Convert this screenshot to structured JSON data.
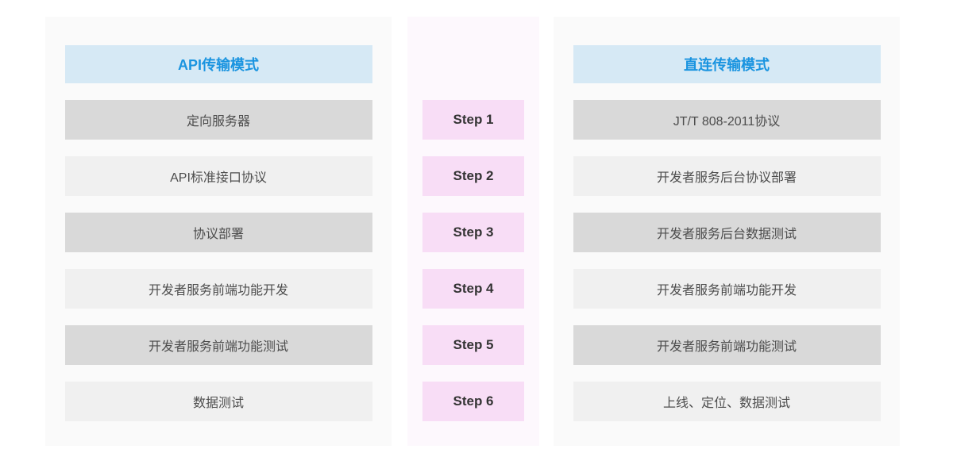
{
  "colors": {
    "page_bg": "#ffffff",
    "side_panel_bg": "#fafafa",
    "steps_panel_bg": "#fdf8fd",
    "header_bg": "#d6e9f5",
    "header_text": "#1a94e0",
    "row_dark_bg": "#d9d9d9",
    "row_light_bg": "#f0f0f0",
    "row_text": "#4d4d4d",
    "step_bg": "#f8ddf6",
    "step_text": "#333333"
  },
  "left_panel": {
    "header": "API传输模式",
    "rows": [
      "定向服务器",
      "API标准接口协议",
      "协议部署",
      "开发者服务前端功能开发",
      "开发者服务前端功能测试",
      "数据测试"
    ]
  },
  "steps_panel": {
    "steps": [
      "Step 1",
      "Step 2",
      "Step 3",
      "Step 4",
      "Step 5",
      "Step 6"
    ]
  },
  "right_panel": {
    "header": "直连传输模式",
    "rows": [
      "JT/T 808-2011协议",
      "开发者服务后台协议部署",
      "开发者服务后台数据测试",
      "开发者服务前端功能开发",
      "开发者服务前端功能测试",
      "上线、定位、数据测试"
    ]
  }
}
